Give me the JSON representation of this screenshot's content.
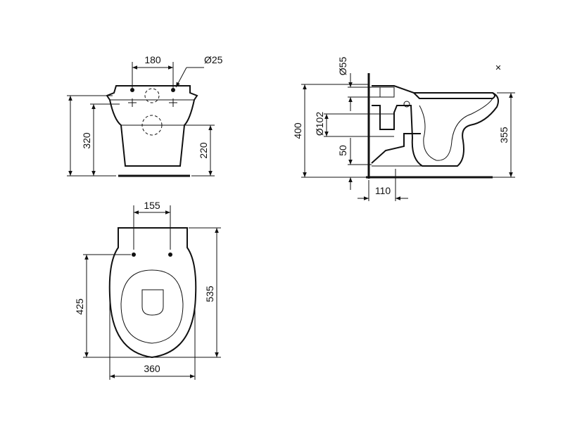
{
  "front_view": {
    "dim_width_top": "180",
    "dim_hole_diameter": "Ø25",
    "dim_total_height": "320",
    "dim_outlet_height": "220"
  },
  "side_view": {
    "dim_inlet_diameter": "Ø55",
    "dim_outlet_diameter": "Ø102",
    "dim_outlet_offset": "50",
    "dim_wall_height": "400",
    "dim_rim_height": "355",
    "dim_wall_depth": "110"
  },
  "top_view": {
    "dim_fixing_spacing": "155",
    "dim_fixing_to_front": "425",
    "dim_total_length": "535",
    "dim_width": "360"
  },
  "corner_mark": "✕"
}
